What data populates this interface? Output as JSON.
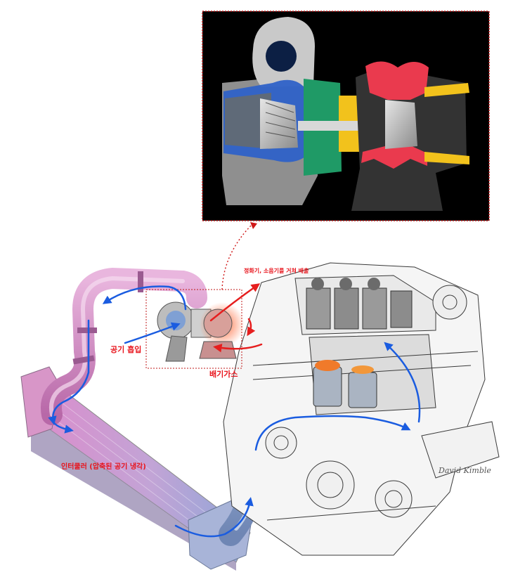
{
  "labels": {
    "exhaust_out": "정화기, 소음기를 거쳐 배출",
    "intake": "공기 흡입",
    "exhaust_in": "배기가스",
    "intercooler": "인터쿨러 (압축된 공기 냉각)"
  },
  "signature": "David Kimble",
  "colors": {
    "label_text": "#e8141c",
    "intake_flow": "#1a5ce0",
    "exhaust_flow": "#e61e1e",
    "callout": "#d01818",
    "inset_background": "#000000",
    "compressor_housing": "#2f62c8",
    "center_housing": "#1f9a66",
    "bearing": "#f2c21c",
    "turbine_housing": "#ea3a4e",
    "intercooler_hot": "#d88ac8",
    "intercooler_cold": "#8ea4d8"
  }
}
